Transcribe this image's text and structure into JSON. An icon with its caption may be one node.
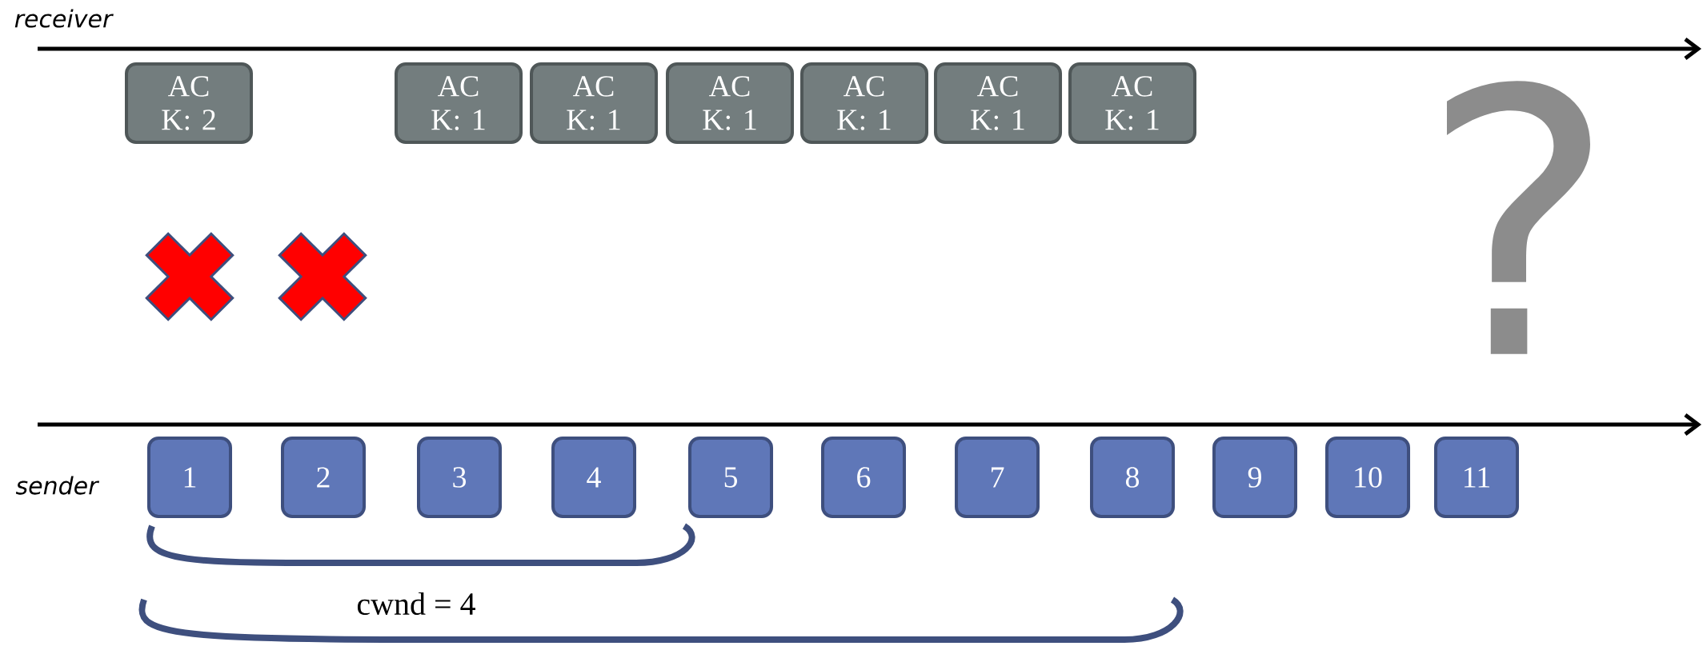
{
  "diagram": {
    "nodes": [
      {
        "text": [
          "AC K: 2"
        ]
      },
      {
        "text": [
          "AC K: 1"
        ]
      },
      {
        "text": [
          "AC K: 1"
        ]
      },
      {
        "text": [
          "AC K: 1"
        ]
      },
      {
        "text": [
          "AC K: 1"
        ]
      },
      {
        "text": [
          "AC K: 1"
        ]
      },
      {
        "text": [
          "AC K: 1"
        ]
      },
      {
        "text": [],
        "shape": "cross"
      },
      {
        "text": [],
        "shape": "cross"
      },
      {
        "text": [
          "1"
        ]
      },
      {
        "text": [
          "2"
        ]
      },
      {
        "text": [
          "3"
        ]
      },
      {
        "text": [
          "4"
        ]
      },
      {
        "text": [
          "5"
        ]
      },
      {
        "text": [
          "6"
        ]
      },
      {
        "text": [
          "7"
        ]
      },
      {
        "text": [
          "8"
        ]
      },
      {
        "text": [
          "9"
        ]
      },
      {
        "text": [
          "10"
        ]
      },
      {
        "text": [
          "11"
        ]
      }
    ],
    "labels": [
      "receiver",
      "sender",
      "?",
      "cwnd = 4"
    ]
  }
}
